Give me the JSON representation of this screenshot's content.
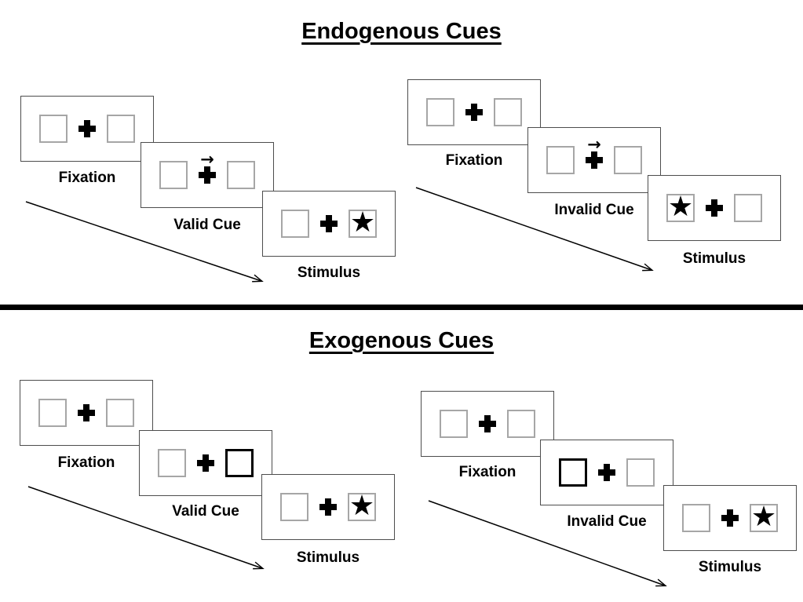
{
  "sections": [
    {
      "title": "Endogenous Cues",
      "sequences": [
        {
          "condition": "valid",
          "panels": [
            {
              "label": "Fixation"
            },
            {
              "label": "Valid Cue",
              "cue": "central-arrow-pointing-right"
            },
            {
              "label": "Stimulus",
              "star": "right"
            }
          ]
        },
        {
          "condition": "invalid",
          "panels": [
            {
              "label": "Fixation"
            },
            {
              "label": "Invalid Cue",
              "cue": "central-arrow-pointing-right"
            },
            {
              "label": "Stimulus",
              "star": "left"
            }
          ]
        }
      ]
    },
    {
      "title": "Exogenous Cues",
      "sequences": [
        {
          "condition": "valid",
          "panels": [
            {
              "label": "Fixation"
            },
            {
              "label": "Valid Cue",
              "cue": "highlighted-right-box"
            },
            {
              "label": "Stimulus",
              "star": "right"
            }
          ]
        },
        {
          "condition": "invalid",
          "panels": [
            {
              "label": "Fixation"
            },
            {
              "label": "Invalid Cue",
              "cue": "highlighted-left-box"
            },
            {
              "label": "Stimulus",
              "star": "right"
            }
          ]
        }
      ]
    }
  ],
  "icons": {
    "star": "★",
    "cue_arrow": "→",
    "fixation_cross": "heavy-plus-css-shape"
  },
  "colors": {
    "ink": "#000000",
    "panel_border": "#4d4d4d",
    "box_border": "#a6a6a6",
    "highlight_box_border": "#000000",
    "background": "#ffffff"
  }
}
